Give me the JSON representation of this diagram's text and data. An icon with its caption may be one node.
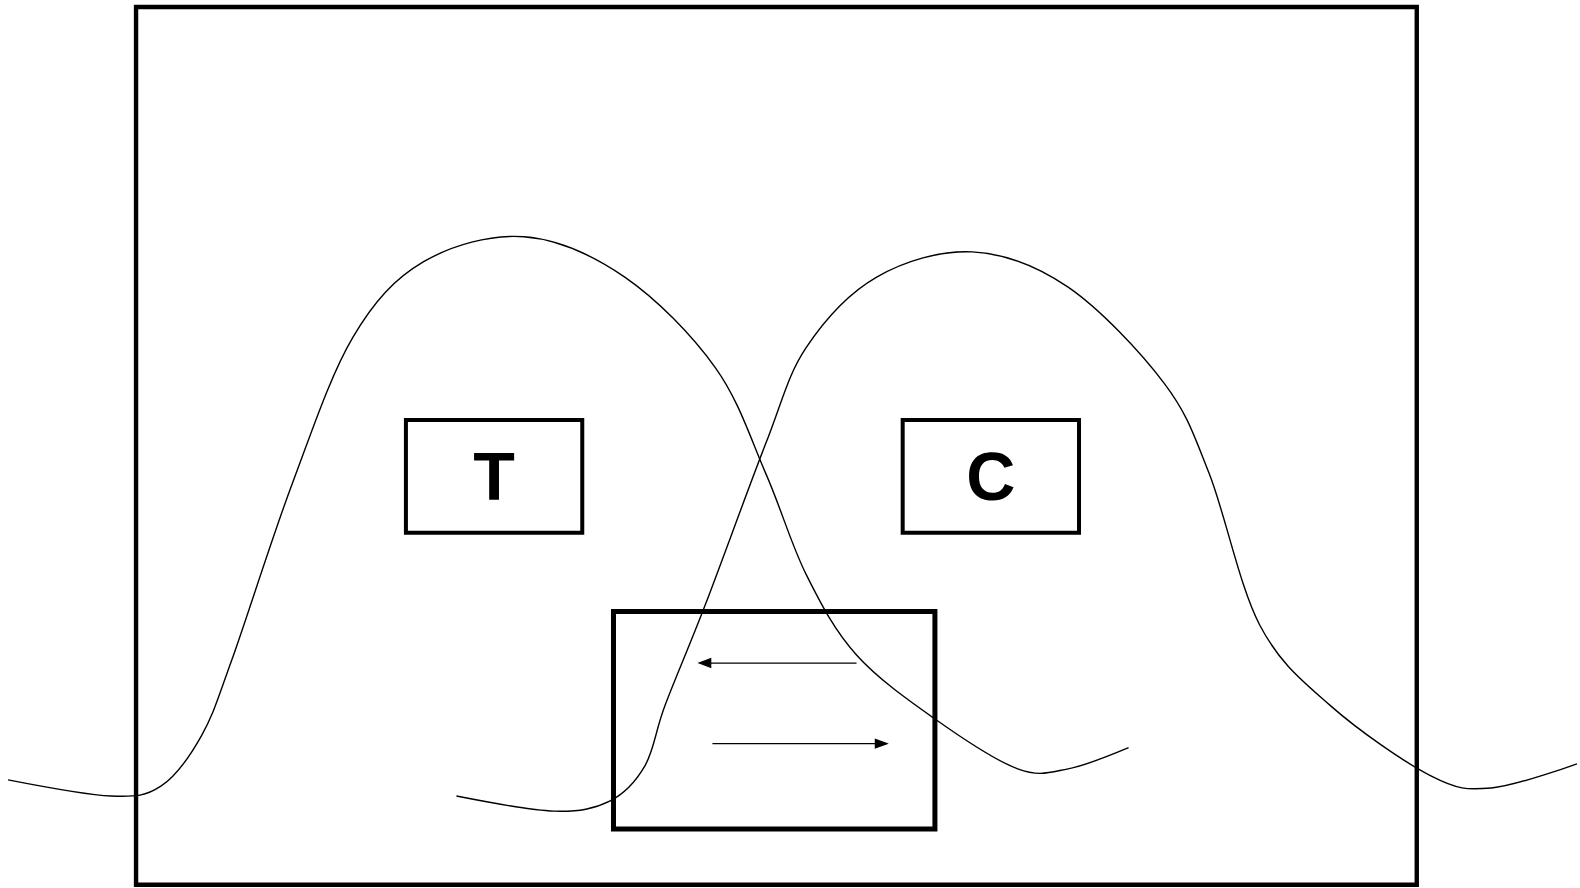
{
  "diagram": {
    "nodes": [
      {
        "text": [],
        "shape": "box"
      },
      {
        "text": [
          "T"
        ],
        "in": 0
      },
      {
        "text": [
          "C"
        ],
        "in": 0
      },
      {
        "text": [],
        "shape": "box",
        "in": 0
      }
    ]
  }
}
